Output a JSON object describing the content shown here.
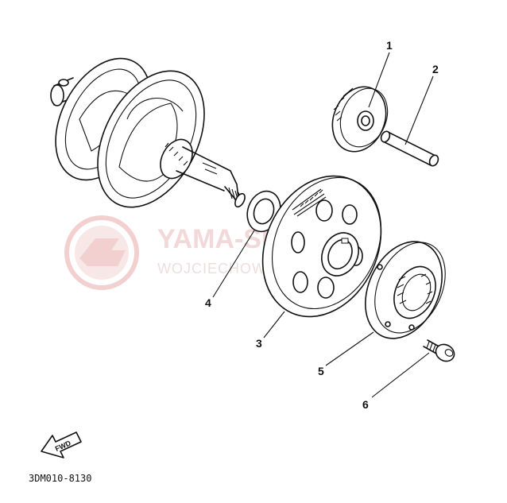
{
  "watermark": {
    "brand": "YAMA-SKLEP.PL",
    "location": "WOJCIECHOWSCZ"
  },
  "callouts": [
    {
      "num": "1"
    },
    {
      "num": "2"
    },
    {
      "num": "3"
    },
    {
      "num": "4"
    },
    {
      "num": "5"
    },
    {
      "num": "6"
    }
  ],
  "fwd_label": "FWD",
  "diagram_code": "3DM010-8130",
  "colors": {
    "line": "#111111",
    "watermark": "#e9b9b9"
  }
}
